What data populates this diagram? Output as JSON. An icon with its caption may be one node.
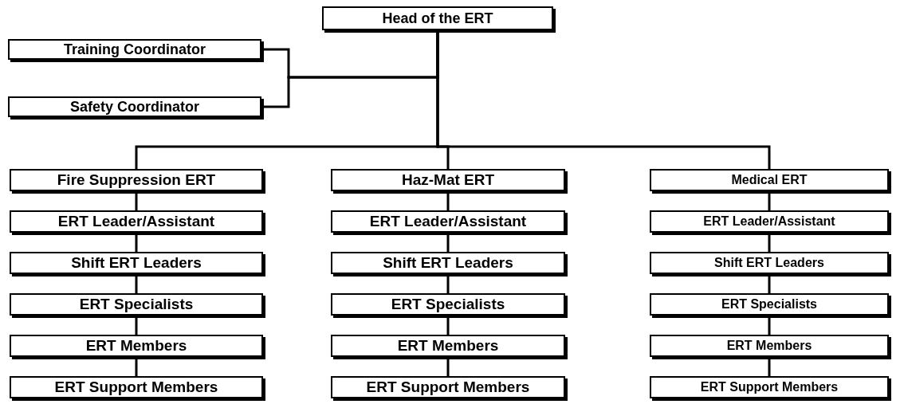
{
  "diagram": {
    "nodes": [
      {
        "text": [
          "Head of the ERT"
        ]
      },
      {
        "text": [
          "Training Coordinator"
        ]
      },
      {
        "text": [
          "Safety Coordinator"
        ]
      },
      {
        "text": [
          "Fire Suppression ERT"
        ]
      },
      {
        "text": [
          "ERT Leader/Assistant"
        ]
      },
      {
        "text": [
          "Shift ERT Leaders"
        ]
      },
      {
        "text": [
          "ERT Specialists"
        ]
      },
      {
        "text": [
          "ERT Members"
        ]
      },
      {
        "text": [
          "ERT Support Members"
        ]
      },
      {
        "text": [
          "Haz-Mat ERT"
        ]
      },
      {
        "text": [
          "ERT Leader/Assistant"
        ]
      },
      {
        "text": [
          "Shift ERT Leaders"
        ]
      },
      {
        "text": [
          "ERT Specialists"
        ]
      },
      {
        "text": [
          "ERT Members"
        ]
      },
      {
        "text": [
          "ERT Support Members"
        ]
      },
      {
        "text": [
          "Medical ERT"
        ]
      },
      {
        "text": [
          "ERT Leader/Assistant"
        ]
      },
      {
        "text": [
          "Shift ERT Leaders"
        ]
      },
      {
        "text": [
          "ERT Specialists"
        ]
      },
      {
        "text": [
          "ERT Members"
        ]
      },
      {
        "text": [
          "ERT Support Members"
        ]
      }
    ],
    "edges": [
      {
        "from": 1,
        "to": 0,
        "arrow": "none"
      },
      {
        "from": 2,
        "to": 0,
        "arrow": "none"
      },
      {
        "from": 0,
        "to": 3,
        "arrow": "none"
      },
      {
        "from": 0,
        "to": 9,
        "arrow": "none"
      },
      {
        "from": 0,
        "to": 15,
        "arrow": "none"
      },
      {
        "from": 3,
        "to": 4,
        "arrow": "none"
      },
      {
        "from": 4,
        "to": 5,
        "arrow": "none"
      },
      {
        "from": 5,
        "to": 6,
        "arrow": "none"
      },
      {
        "from": 6,
        "to": 7,
        "arrow": "none"
      },
      {
        "from": 7,
        "to": 8,
        "arrow": "none"
      },
      {
        "from": 9,
        "to": 10,
        "arrow": "none"
      },
      {
        "from": 10,
        "to": 11,
        "arrow": "none"
      },
      {
        "from": 11,
        "to": 12,
        "arrow": "none"
      },
      {
        "from": 12,
        "to": 13,
        "arrow": "none"
      },
      {
        "from": 13,
        "to": 14,
        "arrow": "none"
      },
      {
        "from": 15,
        "to": 16,
        "arrow": "none"
      },
      {
        "from": 16,
        "to": 17,
        "arrow": "none"
      },
      {
        "from": 17,
        "to": 18,
        "arrow": "none"
      },
      {
        "from": 18,
        "to": 19,
        "arrow": "none"
      },
      {
        "from": 19,
        "to": 20,
        "arrow": "none"
      }
    ]
  }
}
